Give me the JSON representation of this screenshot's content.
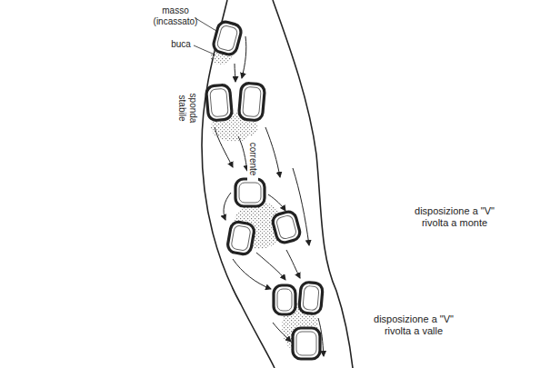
{
  "diagram": {
    "labels": [
      "masso (incassato)",
      "buca",
      "sponda stabile",
      "corrente",
      "disposizione a \"V\" rivolta a monte",
      "disposizione a \"V\" rivolta a valle"
    ]
  }
}
